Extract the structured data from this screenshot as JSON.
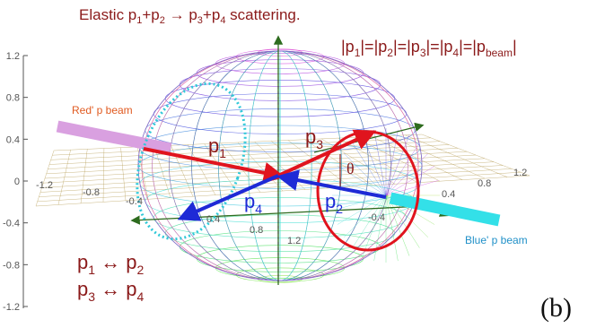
{
  "title": {
    "prefix": "Elastic p",
    "s1": "1",
    "mid1": "+p",
    "s2": "2",
    "arrow": " → p",
    "s3": "3",
    "mid2": "+p",
    "s4": "4",
    "suffix": " scattering."
  },
  "equality": {
    "parts": [
      "|p",
      "1",
      "|=|p",
      "2",
      "|=|p",
      "3",
      "|=|p",
      "4",
      "|=|p",
      "beam",
      "|"
    ]
  },
  "vectors": {
    "p1": {
      "base": "p",
      "sub": "1"
    },
    "p2": {
      "base": "p",
      "sub": "2"
    },
    "p3": {
      "base": "p",
      "sub": "3"
    },
    "p4": {
      "base": "p",
      "sub": "4"
    }
  },
  "angle_label": "θ",
  "beams": {
    "red": "Red' p beam",
    "blue": "Blue' p beam"
  },
  "relations": {
    "line1": {
      "a": "p",
      "as": "1",
      "op": " ↔ ",
      "b": "p",
      "bs": "2"
    },
    "line2": {
      "a": "p",
      "as": "3",
      "op": " ↔ ",
      "b": "p",
      "bs": "4"
    }
  },
  "vertical_axis_ticks": [
    "1.2",
    "0.8",
    "0.4",
    "0",
    "-0.4",
    "-0.8",
    "-1.2"
  ],
  "floor_ticks_left": [
    "-1.2",
    "-0.8",
    "-0.4",
    "0.4",
    "0.8",
    "1.2"
  ],
  "floor_ticks_right": [
    "1.2",
    "0.8",
    "0.4",
    "-0.4"
  ],
  "panel_label": "(b)",
  "colors": {
    "title": "#8b1a1a",
    "red_arrow": "#e0141e",
    "blue_arrow": "#1e2ad6",
    "red_beam": "#d9a0e0",
    "blue_beam": "#33e0e8",
    "cyan_ring": "#30c8d8",
    "green_axis": "#2d6b1e",
    "grid": "#b49a50"
  }
}
